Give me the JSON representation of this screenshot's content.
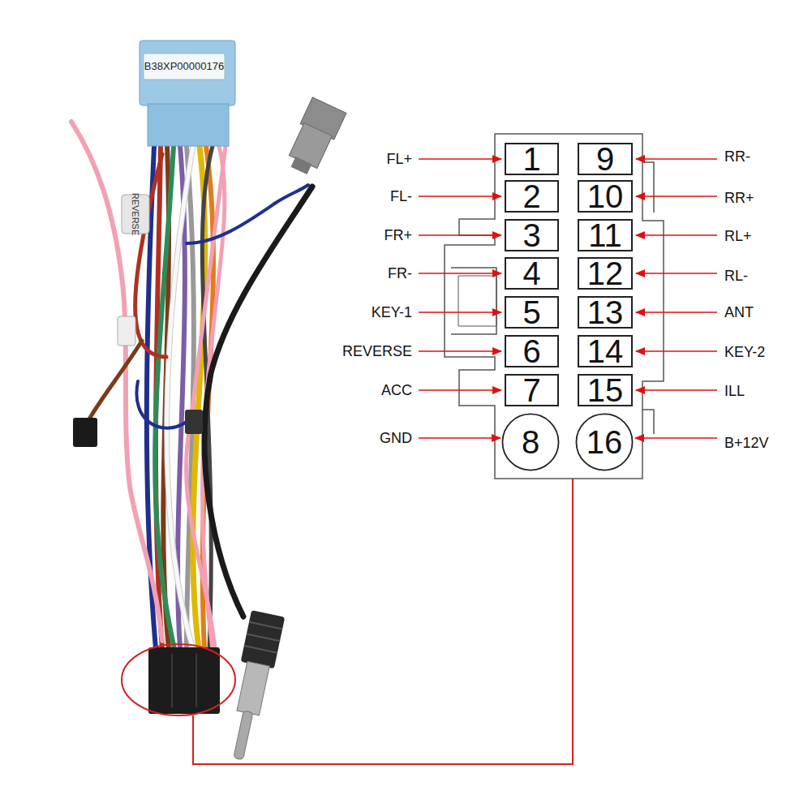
{
  "diagram": {
    "nodes": [
      {
        "text": [
          "1"
        ]
      },
      {
        "text": [
          "2"
        ]
      },
      {
        "text": [
          "3"
        ]
      },
      {
        "text": [
          "4"
        ]
      },
      {
        "text": [
          "5"
        ]
      },
      {
        "text": [
          "6"
        ]
      },
      {
        "text": [
          "7"
        ]
      },
      {
        "text": [
          "8"
        ]
      },
      {
        "text": [
          "9"
        ]
      },
      {
        "text": [
          "10"
        ]
      },
      {
        "text": [
          "11"
        ]
      },
      {
        "text": [
          "12"
        ]
      },
      {
        "text": [
          "13"
        ]
      },
      {
        "text": [
          "14"
        ]
      },
      {
        "text": [
          "15"
        ]
      },
      {
        "text": [
          "16"
        ]
      }
    ],
    "labels": [
      "B38XP00000176",
      "REVERSE",
      "FL+",
      "FL-",
      "FR+",
      "FR-",
      "KEY-1",
      "REVERSE",
      "ACC",
      "GND",
      "RR-",
      "RR+",
      "RL+",
      "RL-",
      "ANT",
      "KEY-2",
      "ILL",
      "B+12V"
    ]
  }
}
